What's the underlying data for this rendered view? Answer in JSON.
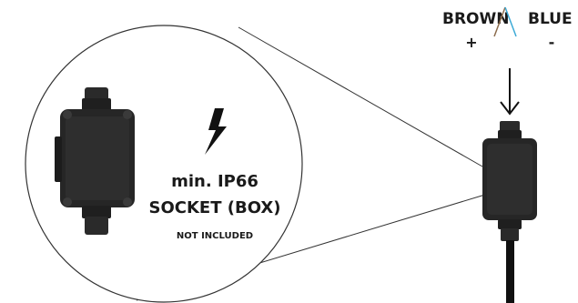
{
  "wires": {
    "brown_label": "BROWN",
    "blue_label": "BLUE",
    "brown_sign": "+",
    "blue_sign": "-",
    "brown_color": "#8a6a4a",
    "blue_color": "#3aa9d6"
  },
  "callout": {
    "icon": "lightning-bolt-icon",
    "line1": "min. IP66",
    "line2": "SOCKET (BOX)",
    "note": "NOT INCLUDED"
  }
}
